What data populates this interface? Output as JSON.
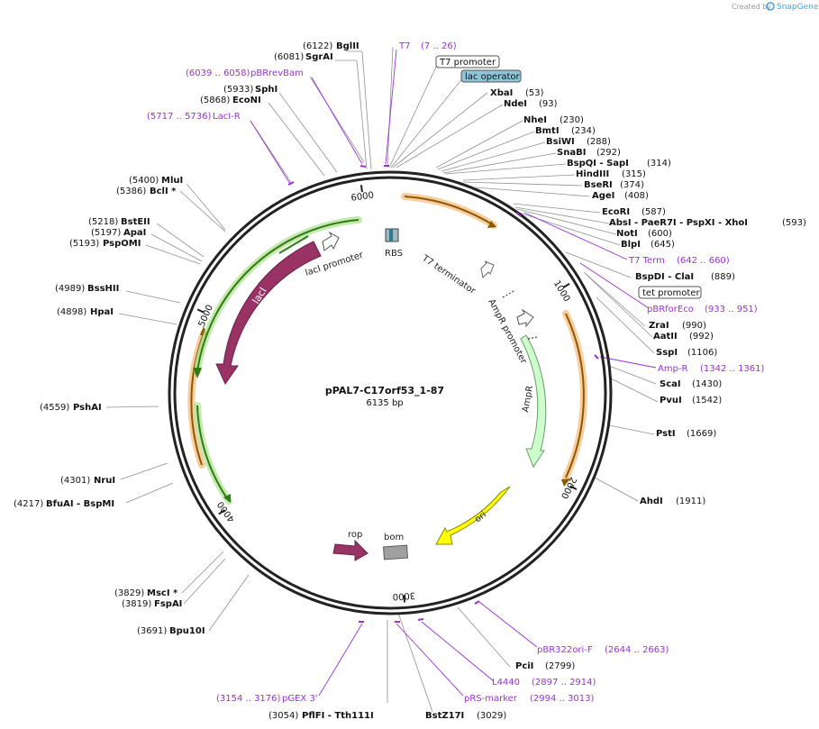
{
  "watermark": {
    "prefix": "Created by",
    "brand": "SnapGene"
  },
  "plasmid": {
    "name": "pPAL7-C17orf53_1-87",
    "length": "6135 bp"
  },
  "colors": {
    "enzyme": "#000000",
    "primer": "#9b30d9",
    "laci": "#993366",
    "ori": "#ffff00",
    "ampr": "#ccffcc",
    "bom": "#a0a0a0",
    "orange_feature": "#f6b26b",
    "green_feature": "#5aa02c"
  },
  "ring_ticks": [
    "1000",
    "2000",
    "3000",
    "4000",
    "5000",
    "6000"
  ],
  "features": [
    {
      "label": "lacI"
    },
    {
      "label": "lacI promoter"
    },
    {
      "label": "RBS"
    },
    {
      "label": "T7 terminator"
    },
    {
      "label": "AmpR promoter"
    },
    {
      "label": "AmpR"
    },
    {
      "label": "ori"
    },
    {
      "label": "rop"
    },
    {
      "label": "bom"
    }
  ],
  "boxed_labels": [
    {
      "label": "T7 promoter",
      "style": "plain"
    },
    {
      "label": "lac operator",
      "style": "blue"
    },
    {
      "label": "tet promoter",
      "style": "plain"
    }
  ],
  "enzymes_left": [
    {
      "name": "BglII",
      "pos": "(6122)"
    },
    {
      "name": "SgrAI",
      "pos": "(6081)"
    },
    {
      "name": "SphI",
      "pos": "(5933)"
    },
    {
      "name": "EcoNI",
      "pos": "(5868)"
    },
    {
      "name": "MluI",
      "pos": "(5400)"
    },
    {
      "name": "BclI *",
      "pos": "(5386)"
    },
    {
      "name": "BstEII",
      "pos": "(5218)"
    },
    {
      "name": "ApaI",
      "pos": "(5197)"
    },
    {
      "name": "PspOMI",
      "pos": "(5193)"
    },
    {
      "name": "BssHII",
      "pos": "(4989)"
    },
    {
      "name": "HpaI",
      "pos": "(4898)"
    },
    {
      "name": "PshAI",
      "pos": "(4559)"
    },
    {
      "name": "NruI",
      "pos": "(4301)"
    },
    {
      "name": "BfuAI - BspMI",
      "pos": "(4217)"
    },
    {
      "name": "MscI *",
      "pos": "(3829)"
    },
    {
      "name": "FspAI",
      "pos": "(3819)"
    },
    {
      "name": "Bpu10I",
      "pos": "(3691)"
    },
    {
      "name": "PflFI - Tth111I",
      "pos": "(3054)"
    }
  ],
  "enzymes_right": [
    {
      "name": "XbaI",
      "pos": "(53)"
    },
    {
      "name": "NdeI",
      "pos": "(93)"
    },
    {
      "name": "NheI",
      "pos": "(230)"
    },
    {
      "name": "BmtI",
      "pos": "(234)"
    },
    {
      "name": "BsiWI",
      "pos": "(288)"
    },
    {
      "name": "SnaBI",
      "pos": "(292)"
    },
    {
      "name": "BspQI - SapI",
      "pos": "(314)"
    },
    {
      "name": "HindIII",
      "pos": "(315)"
    },
    {
      "name": "BseRI",
      "pos": "(374)"
    },
    {
      "name": "AgeI",
      "pos": "(408)"
    },
    {
      "name": "EcoRI",
      "pos": "(587)"
    },
    {
      "name": "AbsI - PaeR7I - PspXI - XhoI",
      "pos": "(593)"
    },
    {
      "name": "NotI",
      "pos": "(600)"
    },
    {
      "name": "BlpI",
      "pos": "(645)"
    },
    {
      "name": "BspDI - ClaI",
      "pos": "(889)"
    },
    {
      "name": "ZraI",
      "pos": "(990)"
    },
    {
      "name": "AatII",
      "pos": "(992)"
    },
    {
      "name": "SspI",
      "pos": "(1106)"
    },
    {
      "name": "ScaI",
      "pos": "(1430)"
    },
    {
      "name": "PvuI",
      "pos": "(1542)"
    },
    {
      "name": "PstI",
      "pos": "(1669)"
    },
    {
      "name": "AhdI",
      "pos": "(1911)"
    },
    {
      "name": "PciI",
      "pos": "(2799)"
    },
    {
      "name": "BstZ17I",
      "pos": "(3029)"
    }
  ],
  "primers": [
    {
      "name": "T7",
      "range": "(7 .. 26)"
    },
    {
      "name": "pBRrevBam",
      "range": "(6039 .. 6058)"
    },
    {
      "name": "LacI-R",
      "range": "(5717 .. 5736)"
    },
    {
      "name": "T7 Term",
      "range": "(642 .. 660)"
    },
    {
      "name": "pBRforEco",
      "range": "(933 .. 951)"
    },
    {
      "name": "Amp-R",
      "range": "(1342 .. 1361)"
    },
    {
      "name": "pBR322ori-F",
      "range": "(2644 .. 2663)"
    },
    {
      "name": "L4440",
      "range": "(2897 .. 2914)"
    },
    {
      "name": "pRS-marker",
      "range": "(2994 .. 3013)"
    },
    {
      "name": "pGEX 3'",
      "range": "(3154 .. 3176)"
    }
  ]
}
